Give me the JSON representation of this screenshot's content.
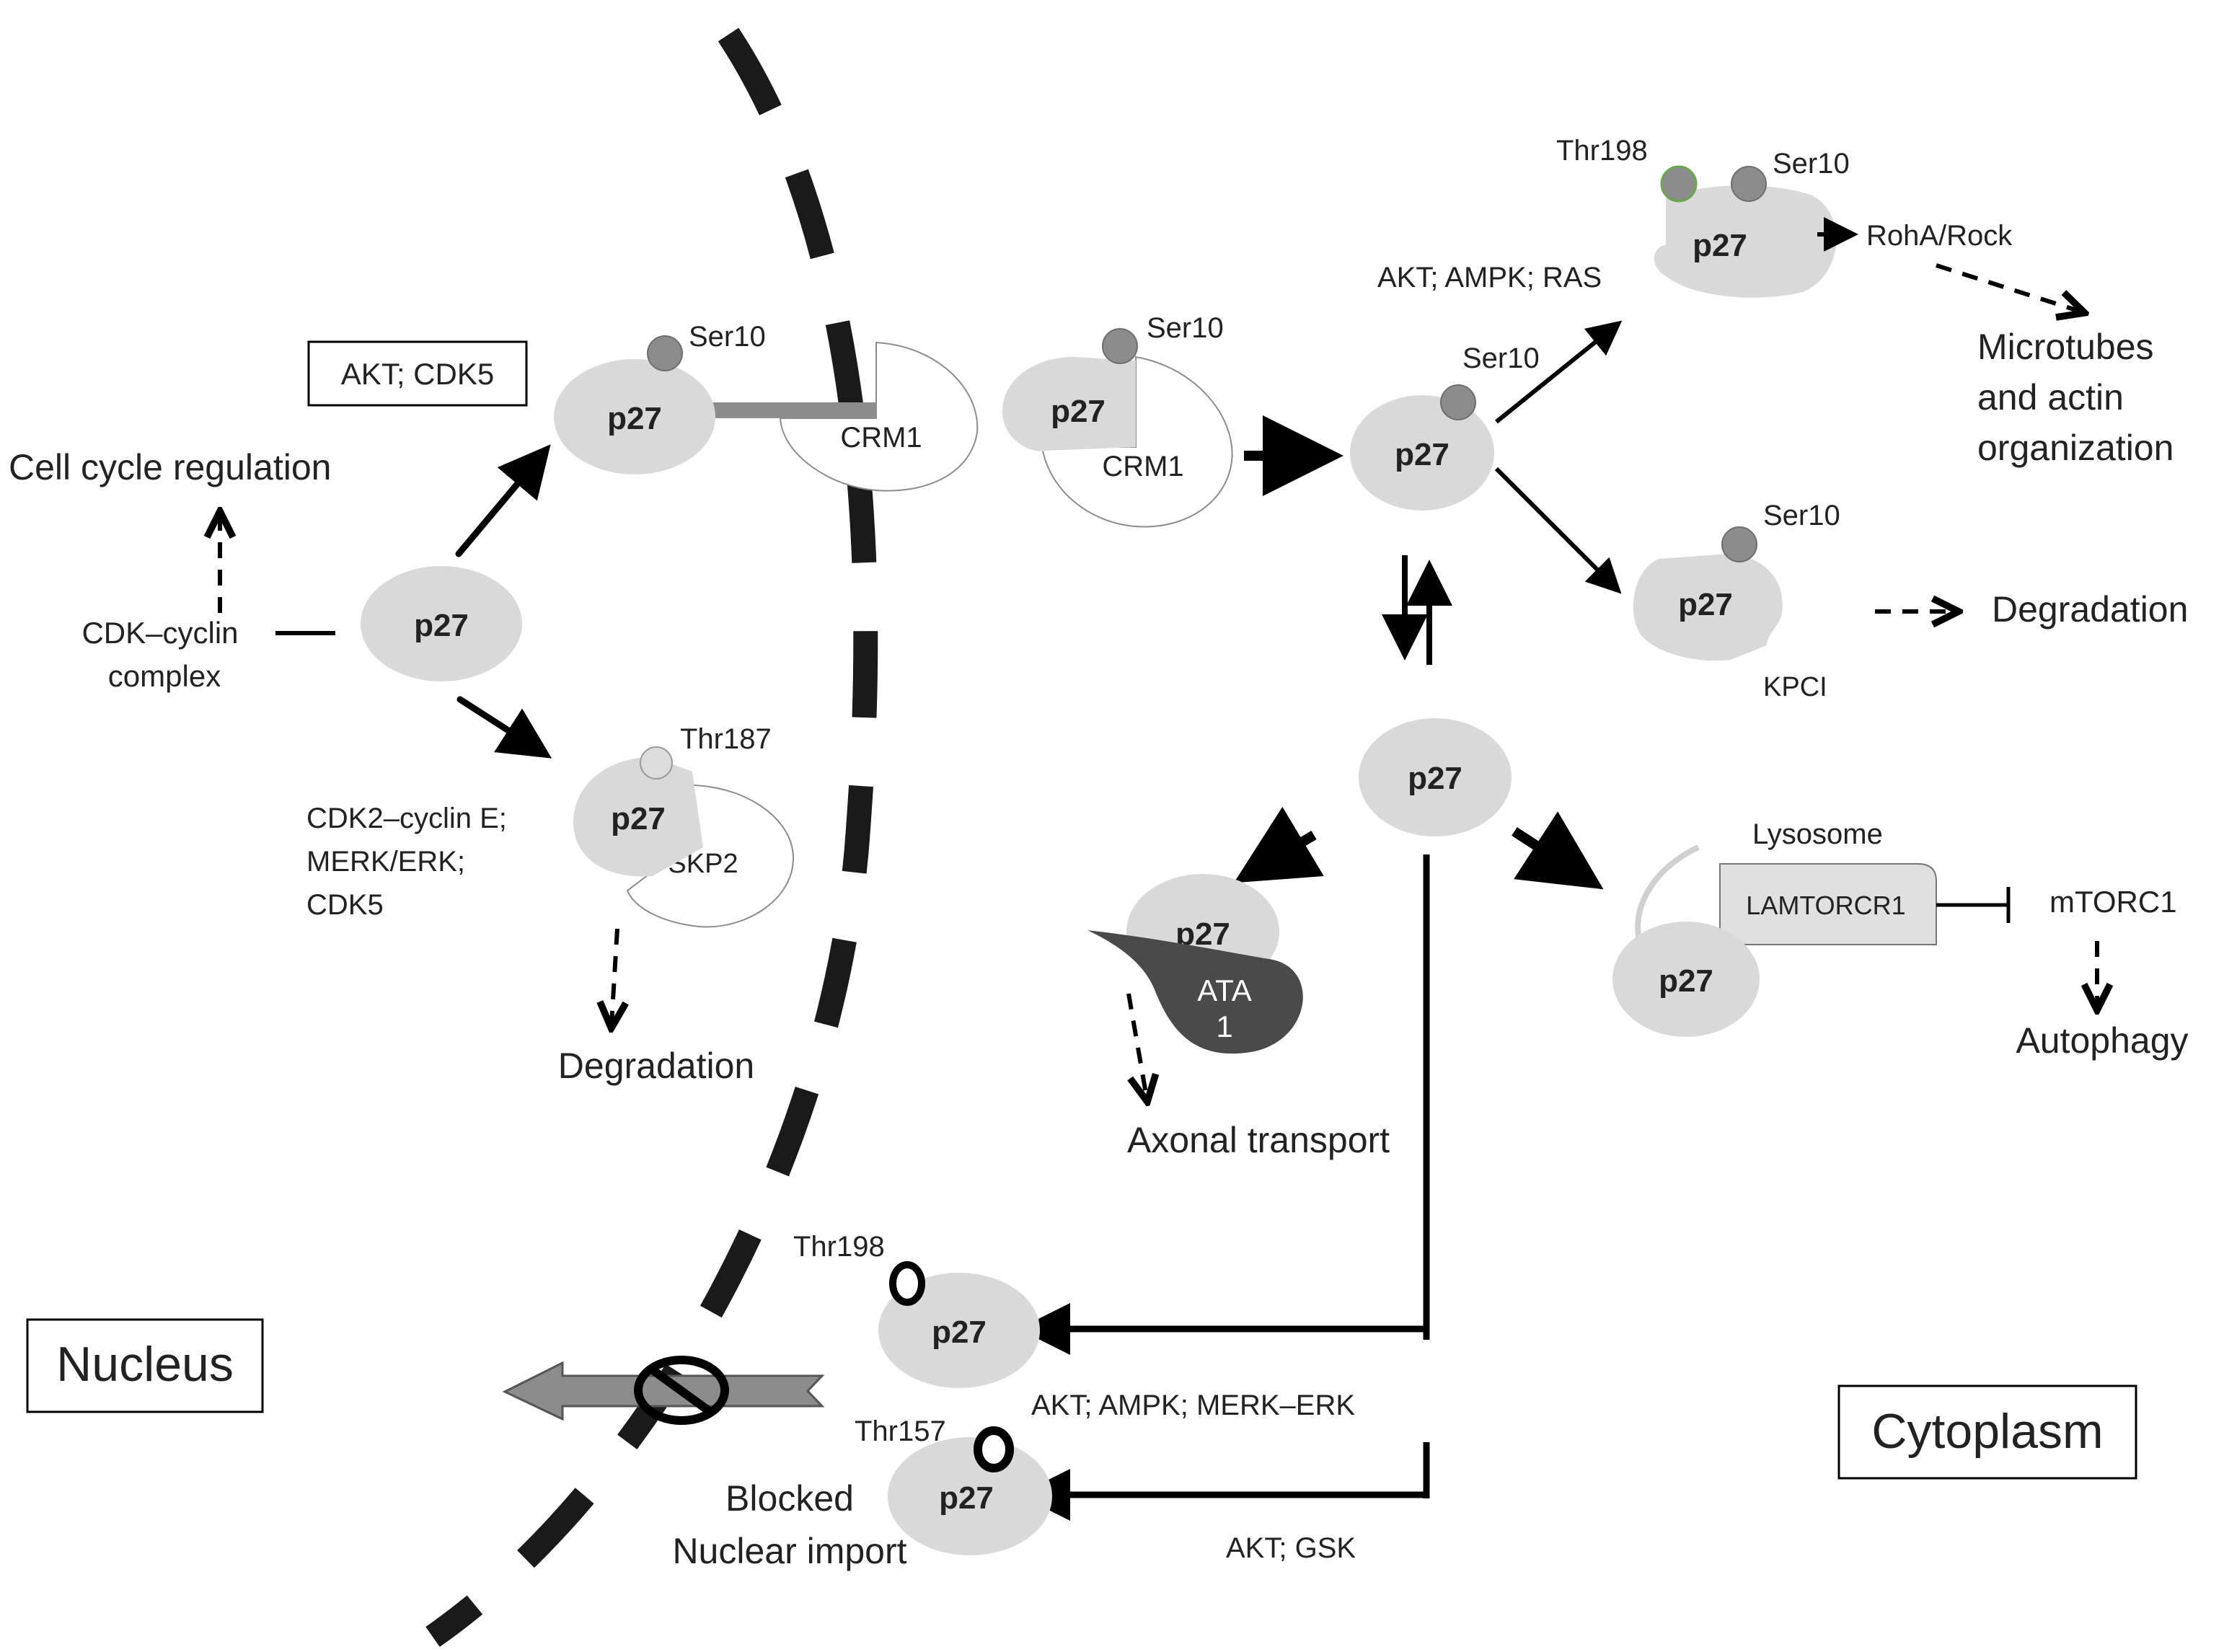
{
  "labels": {
    "nucleus": "Nucleus",
    "cytoplasm": "Cytoplasm",
    "p27": "p27",
    "cell_cycle": "Cell cycle regulation",
    "cdk_cyclin_1": "CDK–cyclin",
    "cdk_cyclin_2": "complex",
    "akt_cdk5": "AKT; CDK5",
    "ser10": "Ser10",
    "crm1": "CRM1",
    "thr187": "Thr187",
    "skp2": "SKP2",
    "cdk2_1": "CDK2–cyclin E;",
    "cdk2_2": "MERK/ERK;",
    "cdk2_3": "CDK5",
    "degradation": "Degradation",
    "akt_ampk_ras": "AKT; AMPK; RAS",
    "thr198": "Thr198",
    "roha": "RohA/Rock",
    "micro_1": "Microtubes",
    "micro_2": "and actin",
    "micro_3": "organization",
    "kpci": "KPCI",
    "ata_1": "ATA",
    "ata_2": "1",
    "axonal": "Axonal transport",
    "lysosome": "Lysosome",
    "lamtor": "LAMTORCR1",
    "mtorc1": "mTORC1",
    "autophagy": "Autophagy",
    "thr157": "Thr157",
    "blocked_1": "Blocked",
    "blocked_2": "Nuclear import",
    "akt_ampk_merk": "AKT; AMPK; MERK–ERK",
    "akt_gsk": "AKT; GSK"
  },
  "colors": {
    "node": "#d9d9d9",
    "phospho": "#8c8c8c",
    "ata": "#4a4a4a",
    "arrow": "#000000",
    "import_arrow": "#8c8c8c"
  }
}
